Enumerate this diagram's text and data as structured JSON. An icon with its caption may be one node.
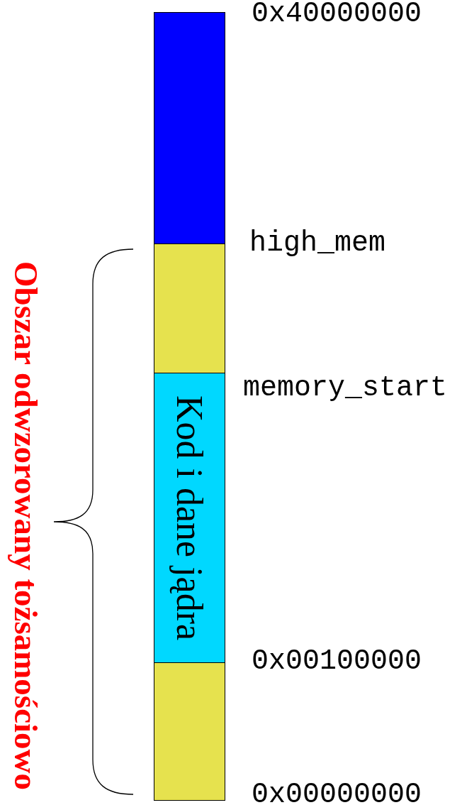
{
  "diagram": {
    "nodes": [
      {
        "text": [],
        "shape": "box"
      },
      {
        "text": [],
        "shape": "box"
      },
      {
        "text": [
          "Kod i dane jądra"
        ]
      },
      {
        "text": [],
        "shape": "box"
      }
    ],
    "labels": [
      "0x40000000",
      "high_mem",
      "memory_start",
      "0x00100000",
      "0x00000000",
      "Obszar odwzorowany tożsamościowo"
    ]
  }
}
